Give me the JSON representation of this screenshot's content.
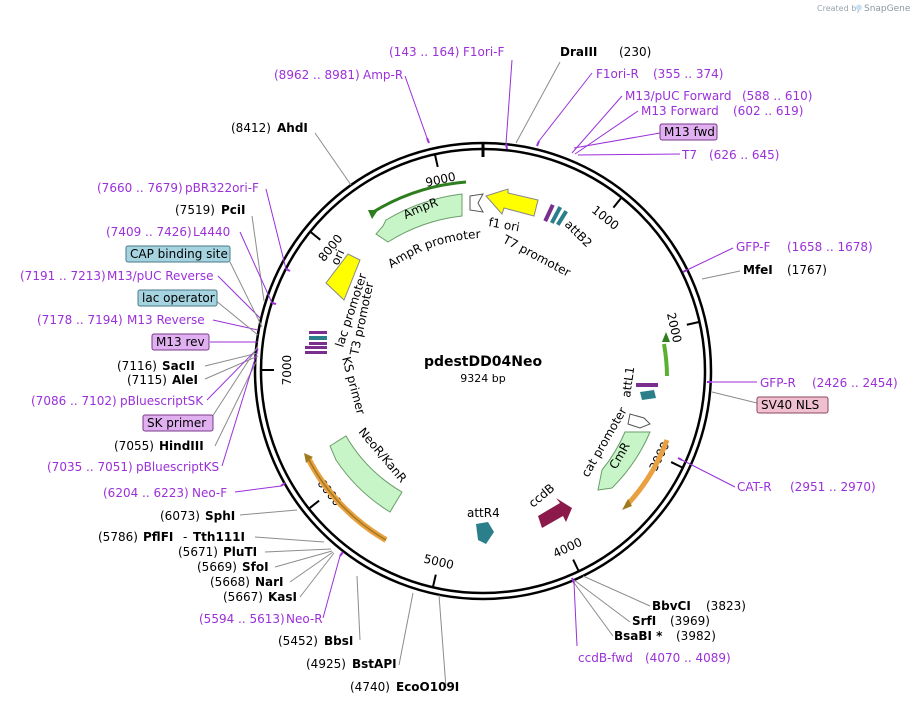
{
  "credit": {
    "created_by": "Created by",
    "brand": "SnapGene"
  },
  "plasmid": {
    "name": "pdestDD04Neo",
    "size_label": "9324 bp"
  },
  "colors": {
    "primer": "#9b30d9",
    "backbone": "#000000",
    "leader": "#8c8c8c",
    "green_feature": "#c8f5c8",
    "yellow_feature": "#ffff00",
    "orange_band": "#e8a040",
    "teal_feature": "#2a7f8a",
    "maroon_feature": "#8b1a4a",
    "box_blue": "#a6d3e0",
    "box_purple": "#e0b0f0",
    "box_pink": "#f0c0d0"
  },
  "ticks": [
    "1000",
    "2000",
    "3000",
    "4000",
    "5000",
    "6000",
    "7000",
    "8000",
    "9000"
  ],
  "features": {
    "ampr": "AmpR",
    "ampr_promoter": "AmpR promoter",
    "f1_ori": "f1 ori",
    "t7_promoter": "T7 promoter",
    "attb2": "attB2",
    "ori": "ori",
    "lac_promoter": "lac promoter",
    "t3_promoter": "T3 promoter",
    "ks_primer": "KS primer",
    "neor": "NeoR/KanR",
    "attl1": "attL1",
    "cat_promoter": "cat promoter",
    "cmr": "CmR",
    "ccdb": "ccdB",
    "attr4": "attR4"
  },
  "enzymes": [
    {
      "name": "DraIII",
      "pos": "(230)"
    },
    {
      "name": "AhdI",
      "pos": "(8412)"
    },
    {
      "name": "PciI",
      "pos": "(7519)"
    },
    {
      "name": "MfeI",
      "pos": "(1767)"
    },
    {
      "name": "SacII",
      "pos": "(7116)"
    },
    {
      "name": "AleI",
      "pos": "(7115)"
    },
    {
      "name": "HindIII",
      "pos": "(7055)"
    },
    {
      "name": "SphI",
      "pos": "(6073)"
    },
    {
      "name": "PflFI",
      "name2": "Tth111I",
      "pos": "(5786)"
    },
    {
      "name": "PluTI",
      "pos": "(5671)"
    },
    {
      "name": "SfoI",
      "pos": "(5669)"
    },
    {
      "name": "NarI",
      "pos": "(5668)"
    },
    {
      "name": "KasI",
      "pos": "(5667)"
    },
    {
      "name": "BbsI",
      "pos": "(5452)"
    },
    {
      "name": "BstAPI",
      "pos": "(4925)"
    },
    {
      "name": "EcoO109I",
      "pos": "(4740)"
    },
    {
      "name": "BbvCI",
      "pos": "(3823)"
    },
    {
      "name": "SrfI",
      "pos": "(3969)"
    },
    {
      "name": "BsaBI *",
      "pos": "(3982)"
    }
  ],
  "primers": [
    {
      "name": "F1ori-F",
      "range": "(143 .. 164)"
    },
    {
      "name": "Amp-R",
      "range": "(8962 .. 8981)"
    },
    {
      "name": "F1ori-R",
      "range": "(355 .. 374)"
    },
    {
      "name": "M13/pUC Forward",
      "range": "(588 .. 610)"
    },
    {
      "name": "M13 Forward",
      "range": "(602 .. 619)"
    },
    {
      "name": "T7",
      "range": "(626 .. 645)"
    },
    {
      "name": "pBR322ori-F",
      "range": "(7660 .. 7679)"
    },
    {
      "name": "L4440",
      "range": "(7409 .. 7426)"
    },
    {
      "name": "GFP-F",
      "range": "(1658 .. 1678)"
    },
    {
      "name": "M13/pUC Reverse",
      "range": "(7191 .. 7213)"
    },
    {
      "name": "M13 Reverse",
      "range": "(7178 .. 7194)"
    },
    {
      "name": "GFP-R",
      "range": "(2426 .. 2454)"
    },
    {
      "name": "pBluescriptSK",
      "range": "(7086 .. 7102)"
    },
    {
      "name": "CAT-R",
      "range": "(2951 .. 2970)"
    },
    {
      "name": "pBluescriptKS",
      "range": "(7035 .. 7051)"
    },
    {
      "name": "Neo-F",
      "range": "(6204 .. 6223)"
    },
    {
      "name": "Neo-R",
      "range": "(5594 .. 5613)"
    },
    {
      "name": "ccdB-fwd",
      "range": "(4070 .. 4089)"
    }
  ],
  "boxes": {
    "m13_fwd": "M13 fwd",
    "cap_binding": "CAP binding site",
    "lac_operator": "lac operator",
    "m13_rev": "M13 rev",
    "sv40_nls": "SV40 NLS",
    "sk_primer": "SK primer"
  }
}
